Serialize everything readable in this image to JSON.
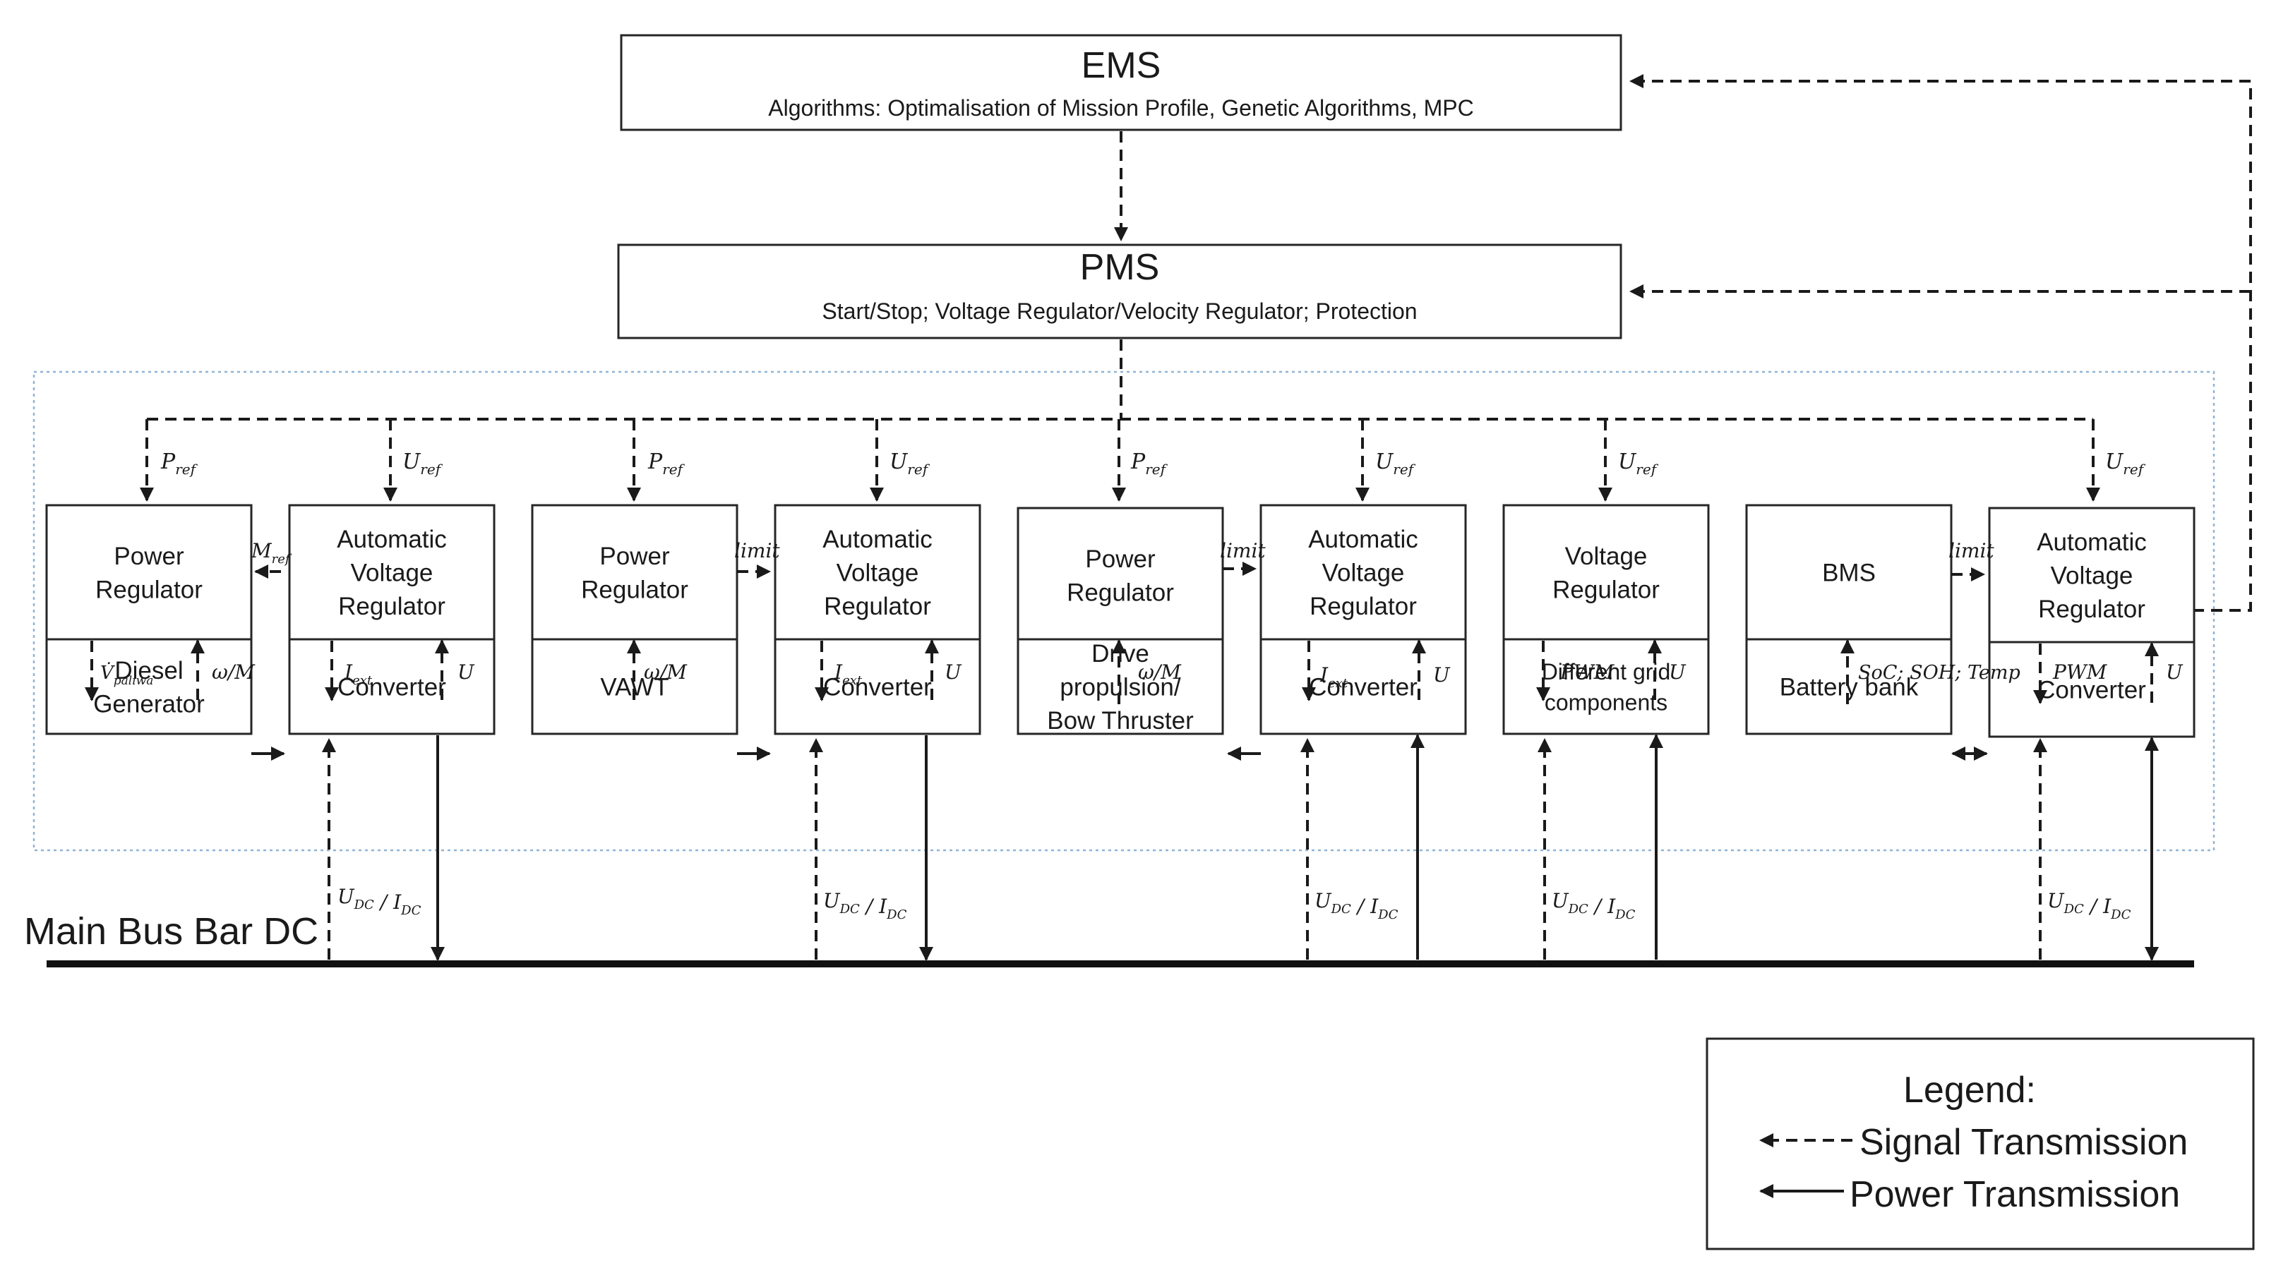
{
  "ems": {
    "title": "EMS",
    "subtitle": "Algorithms: Optimalisation of Mission Profile, Genetic Algorithms, MPC"
  },
  "pms": {
    "title": "PMS",
    "subtitle": "Start/Stop;  Voltage Regulator/Velocity Regulator; Protection"
  },
  "blocks": {
    "power_regulator": [
      "Power",
      "Regulator"
    ],
    "avr": [
      "Automatic",
      "Voltage",
      "Regulator"
    ],
    "voltage_regulator": [
      "Voltage",
      "Regulator"
    ],
    "bms": [
      "BMS"
    ],
    "diesel_generator": [
      "Diesel",
      "Generator"
    ],
    "converter": [
      "Converter"
    ],
    "vawt": [
      "VAWT"
    ],
    "drive": [
      "Drive",
      "propulsion/",
      "Bow Thruster"
    ],
    "grid": [
      "Different grid",
      "components"
    ],
    "battery": [
      "Battery bank"
    ]
  },
  "signals": {
    "p_ref": "P_ref",
    "u_ref": "U_ref",
    "m_ref": "M_ref",
    "limit": "limit",
    "v_paliwa": "V̇_paliwa",
    "omega_m": "ω/M",
    "i_ext": "I_ext",
    "u": "U",
    "pwm": "PWM",
    "soc": "SoC; SOH; Temp",
    "udc_idc": "U_DC / I_DC"
  },
  "bus": {
    "label": "Main Bus Bar DC"
  },
  "legend": {
    "title": "Legend:",
    "signal": "Signal Transmission",
    "power": "Power Transmission"
  },
  "colors": {
    "line": "#1a1a1a",
    "box_border": "#262626",
    "frame": "#8fb4d6"
  }
}
